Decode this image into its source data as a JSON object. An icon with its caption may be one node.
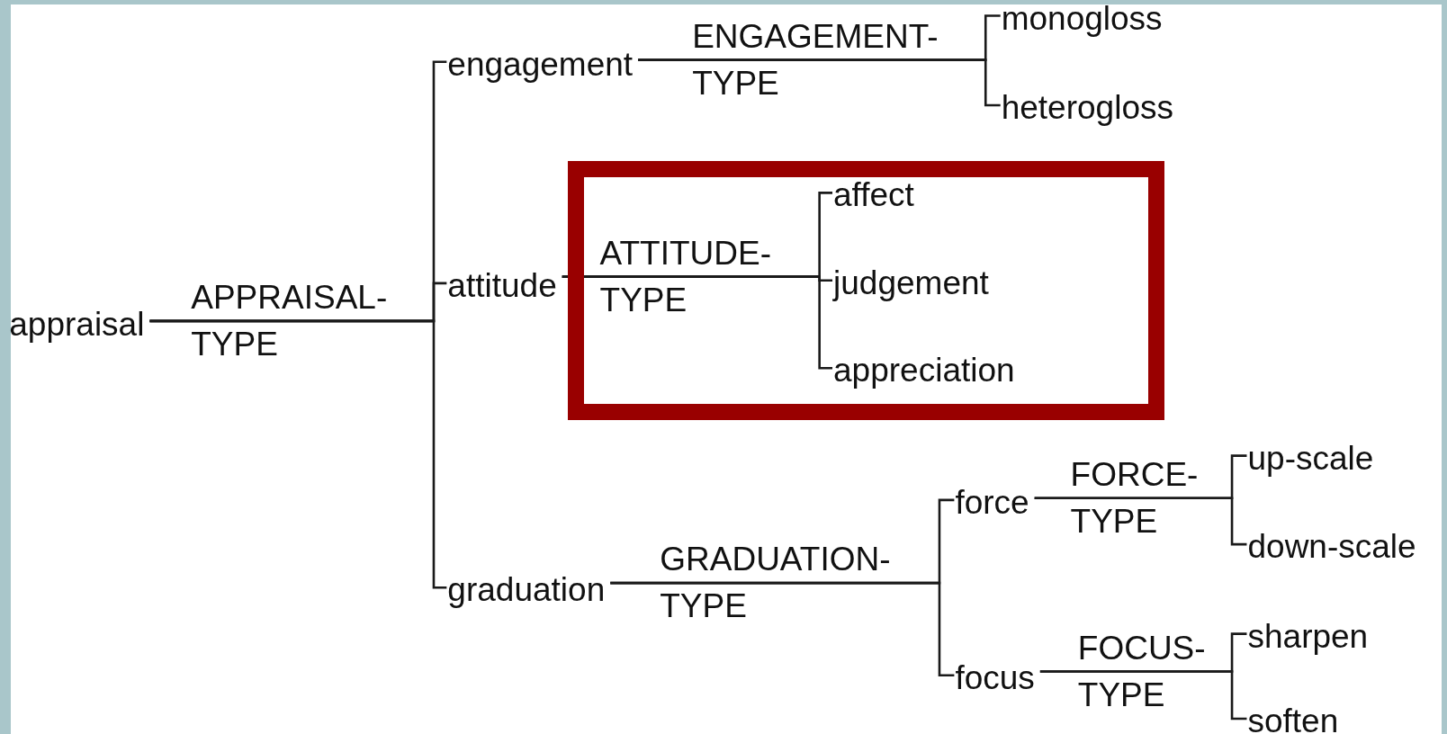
{
  "diagram": {
    "nodes": [
      {
        "text": [
          "appraisal"
        ]
      },
      {
        "text": [
          "engagement"
        ]
      },
      {
        "text": [
          "monogloss"
        ]
      },
      {
        "text": [
          "heterogloss"
        ]
      },
      {
        "text": [
          "attitude"
        ]
      },
      {
        "text": [],
        "shape": "box"
      },
      {
        "text": [
          "affect"
        ],
        "in": 5
      },
      {
        "text": [
          "judgement"
        ],
        "in": 5
      },
      {
        "text": [
          "appreciation"
        ],
        "in": 5
      },
      {
        "text": [
          "graduation"
        ]
      },
      {
        "text": [
          "force"
        ]
      },
      {
        "text": [
          "up-scale"
        ]
      },
      {
        "text": [
          "down-scale"
        ]
      },
      {
        "text": [
          "focus"
        ]
      },
      {
        "text": [
          "sharpen"
        ]
      },
      {
        "text": [
          "soften"
        ]
      }
    ],
    "edges": [
      {
        "from": 0,
        "to": 1,
        "arrow": "none",
        "label": "APPRAISAL-TYPE"
      },
      {
        "from": 0,
        "to": 4,
        "arrow": "none"
      },
      {
        "from": 0,
        "to": 9,
        "arrow": "none"
      },
      {
        "from": 1,
        "to": 2,
        "arrow": "none",
        "label": "ENGAGEMENT-TYPE"
      },
      {
        "from": 1,
        "to": 3,
        "arrow": "none"
      },
      {
        "from": 4,
        "to": 6,
        "arrow": "none",
        "label": "ATTITUDE-TYPE"
      },
      {
        "from": 4,
        "to": 7,
        "arrow": "none"
      },
      {
        "from": 4,
        "to": 8,
        "arrow": "none"
      },
      {
        "from": 9,
        "to": 10,
        "arrow": "none",
        "label": "GRADUATION-TYPE"
      },
      {
        "from": 9,
        "to": 13,
        "arrow": "none"
      },
      {
        "from": 10,
        "to": 11,
        "arrow": "none",
        "label": "FORCE-TYPE"
      },
      {
        "from": 10,
        "to": 12,
        "arrow": "none"
      },
      {
        "from": 13,
        "to": 14,
        "arrow": "none",
        "label": "FOCUS-TYPE"
      },
      {
        "from": 13,
        "to": 15,
        "arrow": "none"
      }
    ]
  }
}
